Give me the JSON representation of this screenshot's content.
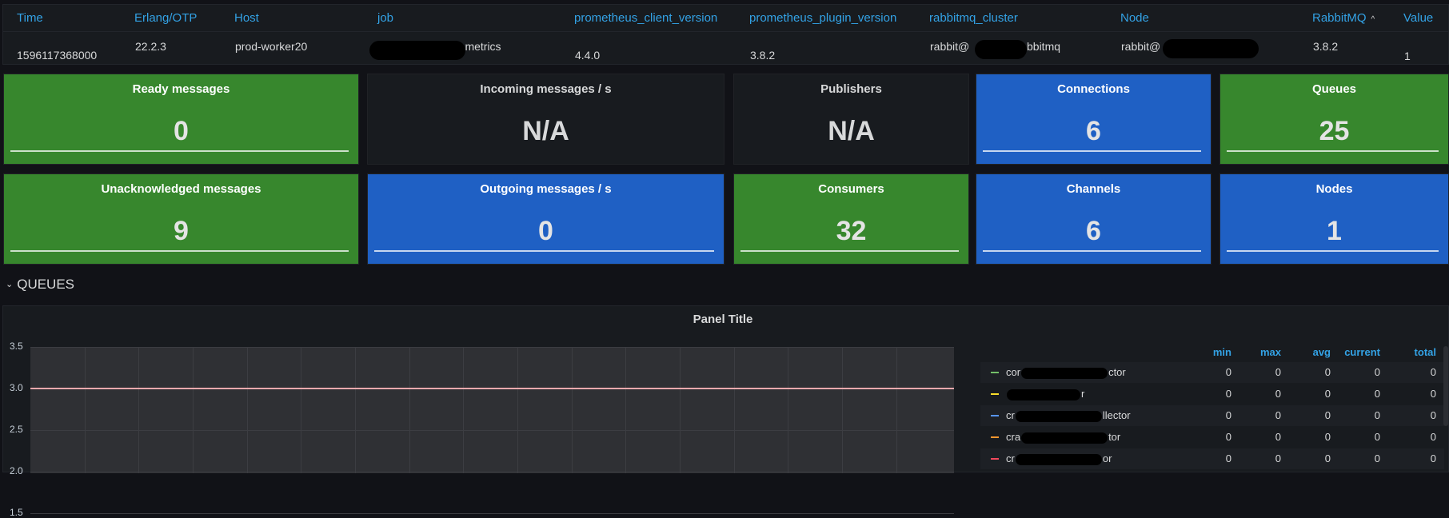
{
  "table": {
    "columns": [
      "Time",
      "Erlang/OTP",
      "Host",
      "job",
      "prometheus_client_version",
      "prometheus_plugin_version",
      "rabbitmq_cluster",
      "Node",
      "RabbitMQ",
      "Value"
    ],
    "sort_icon": "chevron-up-icon",
    "row": {
      "time": "1596117368000",
      "erlang": "22.2.3",
      "host": "prod-worker20",
      "job": "q-metrics",
      "client_version": "4.4.0",
      "plugin_version": "3.8.2",
      "cluster": "rabbit@",
      "cluster_suffix": "bbitmq",
      "node": "rabbit@",
      "rabbitmq": "3.8.2",
      "value": "1"
    }
  },
  "stats": {
    "ready": {
      "title": "Ready messages",
      "value": "0",
      "color": "#37872d"
    },
    "incoming": {
      "title": "Incoming messages / s",
      "value": "N/A",
      "color": "#181b1f"
    },
    "publishers": {
      "title": "Publishers",
      "value": "N/A",
      "color": "#181b1f"
    },
    "connections": {
      "title": "Connections",
      "value": "6",
      "color": "#1f60c4"
    },
    "queues": {
      "title": "Queues",
      "value": "25",
      "color": "#37872d"
    },
    "unacked": {
      "title": "Unacknowledged messages",
      "value": "9",
      "color": "#37872d"
    },
    "outgoing": {
      "title": "Outgoing messages / s",
      "value": "0",
      "color": "#1f60c4"
    },
    "consumers": {
      "title": "Consumers",
      "value": "32",
      "color": "#37872d"
    },
    "channels": {
      "title": "Channels",
      "value": "6",
      "color": "#1f60c4"
    },
    "nodes": {
      "title": "Nodes",
      "value": "1",
      "color": "#1f60c4"
    }
  },
  "row_header": {
    "label": "QUEUES",
    "icon": "chevron-down-icon"
  },
  "graph": {
    "title": "Panel Title",
    "legend_headers": [
      "min",
      "max",
      "avg",
      "current",
      "total"
    ],
    "legend": [
      {
        "name": "cor",
        "suffix": "ctor",
        "color": "#73bf69",
        "values": [
          "0",
          "0",
          "0",
          "0",
          "0"
        ]
      },
      {
        "name": "",
        "suffix": "r",
        "color": "#fade2a",
        "values": [
          "0",
          "0",
          "0",
          "0",
          "0"
        ]
      },
      {
        "name": "cr",
        "suffix": "llector",
        "color": "#5794f2",
        "values": [
          "0",
          "0",
          "0",
          "0",
          "0"
        ]
      },
      {
        "name": "cra",
        "suffix": "tor",
        "color": "#ff9830",
        "values": [
          "0",
          "0",
          "0",
          "0",
          "0"
        ]
      },
      {
        "name": "cr",
        "suffix": "or",
        "color": "#f2495c",
        "values": [
          "0",
          "0",
          "0",
          "0",
          "0"
        ]
      }
    ]
  },
  "chart_data": {
    "type": "line",
    "title": "Panel Title",
    "yticks": [
      "3.5",
      "3.0",
      "2.5",
      "2.0",
      "1.5"
    ],
    "ylim": [
      1.5,
      3.5
    ],
    "series": [
      {
        "values": [
          3.0,
          3.0
        ]
      }
    ],
    "grid": true,
    "legend_placement": "right"
  }
}
